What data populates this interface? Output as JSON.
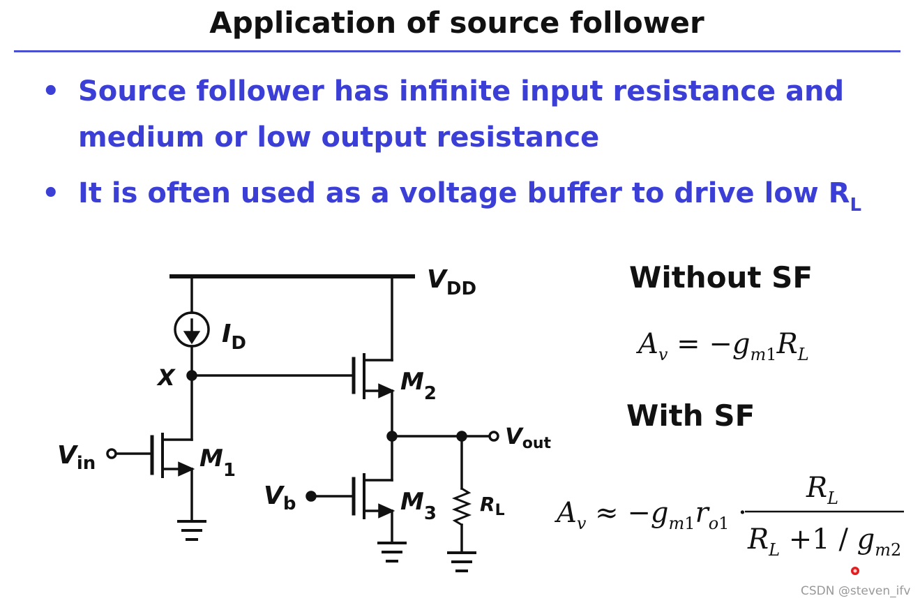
{
  "title": "Application of source follower",
  "bullets": [
    {
      "line1": "Source follower has infinite input resistance and",
      "line2": "medium or low output resistance"
    },
    {
      "main": "It is often used as a voltage buffer to drive low R",
      "sub": "L"
    }
  ],
  "circuit": {
    "vdd": "V",
    "vdd_sub": "DD",
    "id": "I",
    "id_sub": "D",
    "node_x": "X",
    "vin": "V",
    "vin_sub": "in",
    "m1": "M",
    "m1_sub": "1",
    "m2": "M",
    "m2_sub": "2",
    "m3": "M",
    "m3_sub": "3",
    "vb": "V",
    "vb_sub": "b",
    "vout": "V",
    "vout_sub": "out",
    "rl": "R",
    "rl_sub": "L"
  },
  "equations": {
    "without_label": "Without SF",
    "with_label": "With SF"
  },
  "watermark": "CSDN @steven_ifv"
}
